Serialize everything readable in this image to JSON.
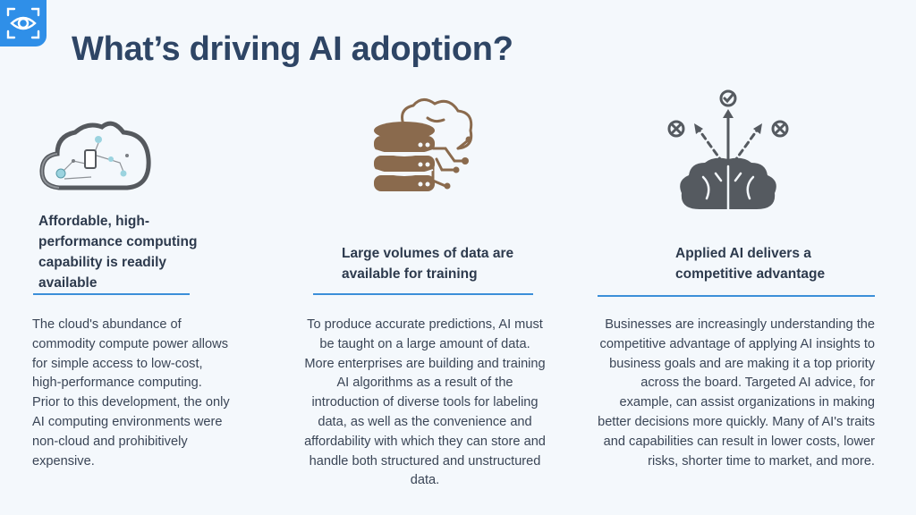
{
  "title": "What’s driving AI adoption?",
  "columns": [
    {
      "icon": "cloud-network-icon",
      "heading": "Affordable, high-performance computing capability is readily available",
      "body": "The cloud's abundance of commodity compute power allows for simple access to low-cost, high-performance computing. Prior to this development, the only AI computing environments were non-cloud and prohibitively expensive."
    },
    {
      "icon": "database-brain-icon",
      "heading": "Large volumes of data are available for training",
      "body": "To produce accurate predictions, AI must be taught on a large amount of data. More enterprises are building and training AI algorithms as a result of the introduction of diverse tools for labeling data, as well as the convenience and affordability with which they can store and handle both structured and unstructured data."
    },
    {
      "icon": "brain-decision-icon",
      "heading": "Applied AI delivers a competitive advantage",
      "body": "Businesses are increasingly understanding the competitive advantage of applying AI insights to business goals and are making it a top priority across the board. Targeted AI advice, for example, can assist organizations in making better decisions more quickly. Many of AI's traits and capabilities can result in lower costs, lower risks, shorter time to market, and more."
    }
  ],
  "colors": {
    "accent": "#3b8fd9",
    "title": "#2e4565",
    "logo": "#2f8fe8",
    "icon_brown": "#8a6a4d",
    "icon_gray": "#555a60"
  }
}
